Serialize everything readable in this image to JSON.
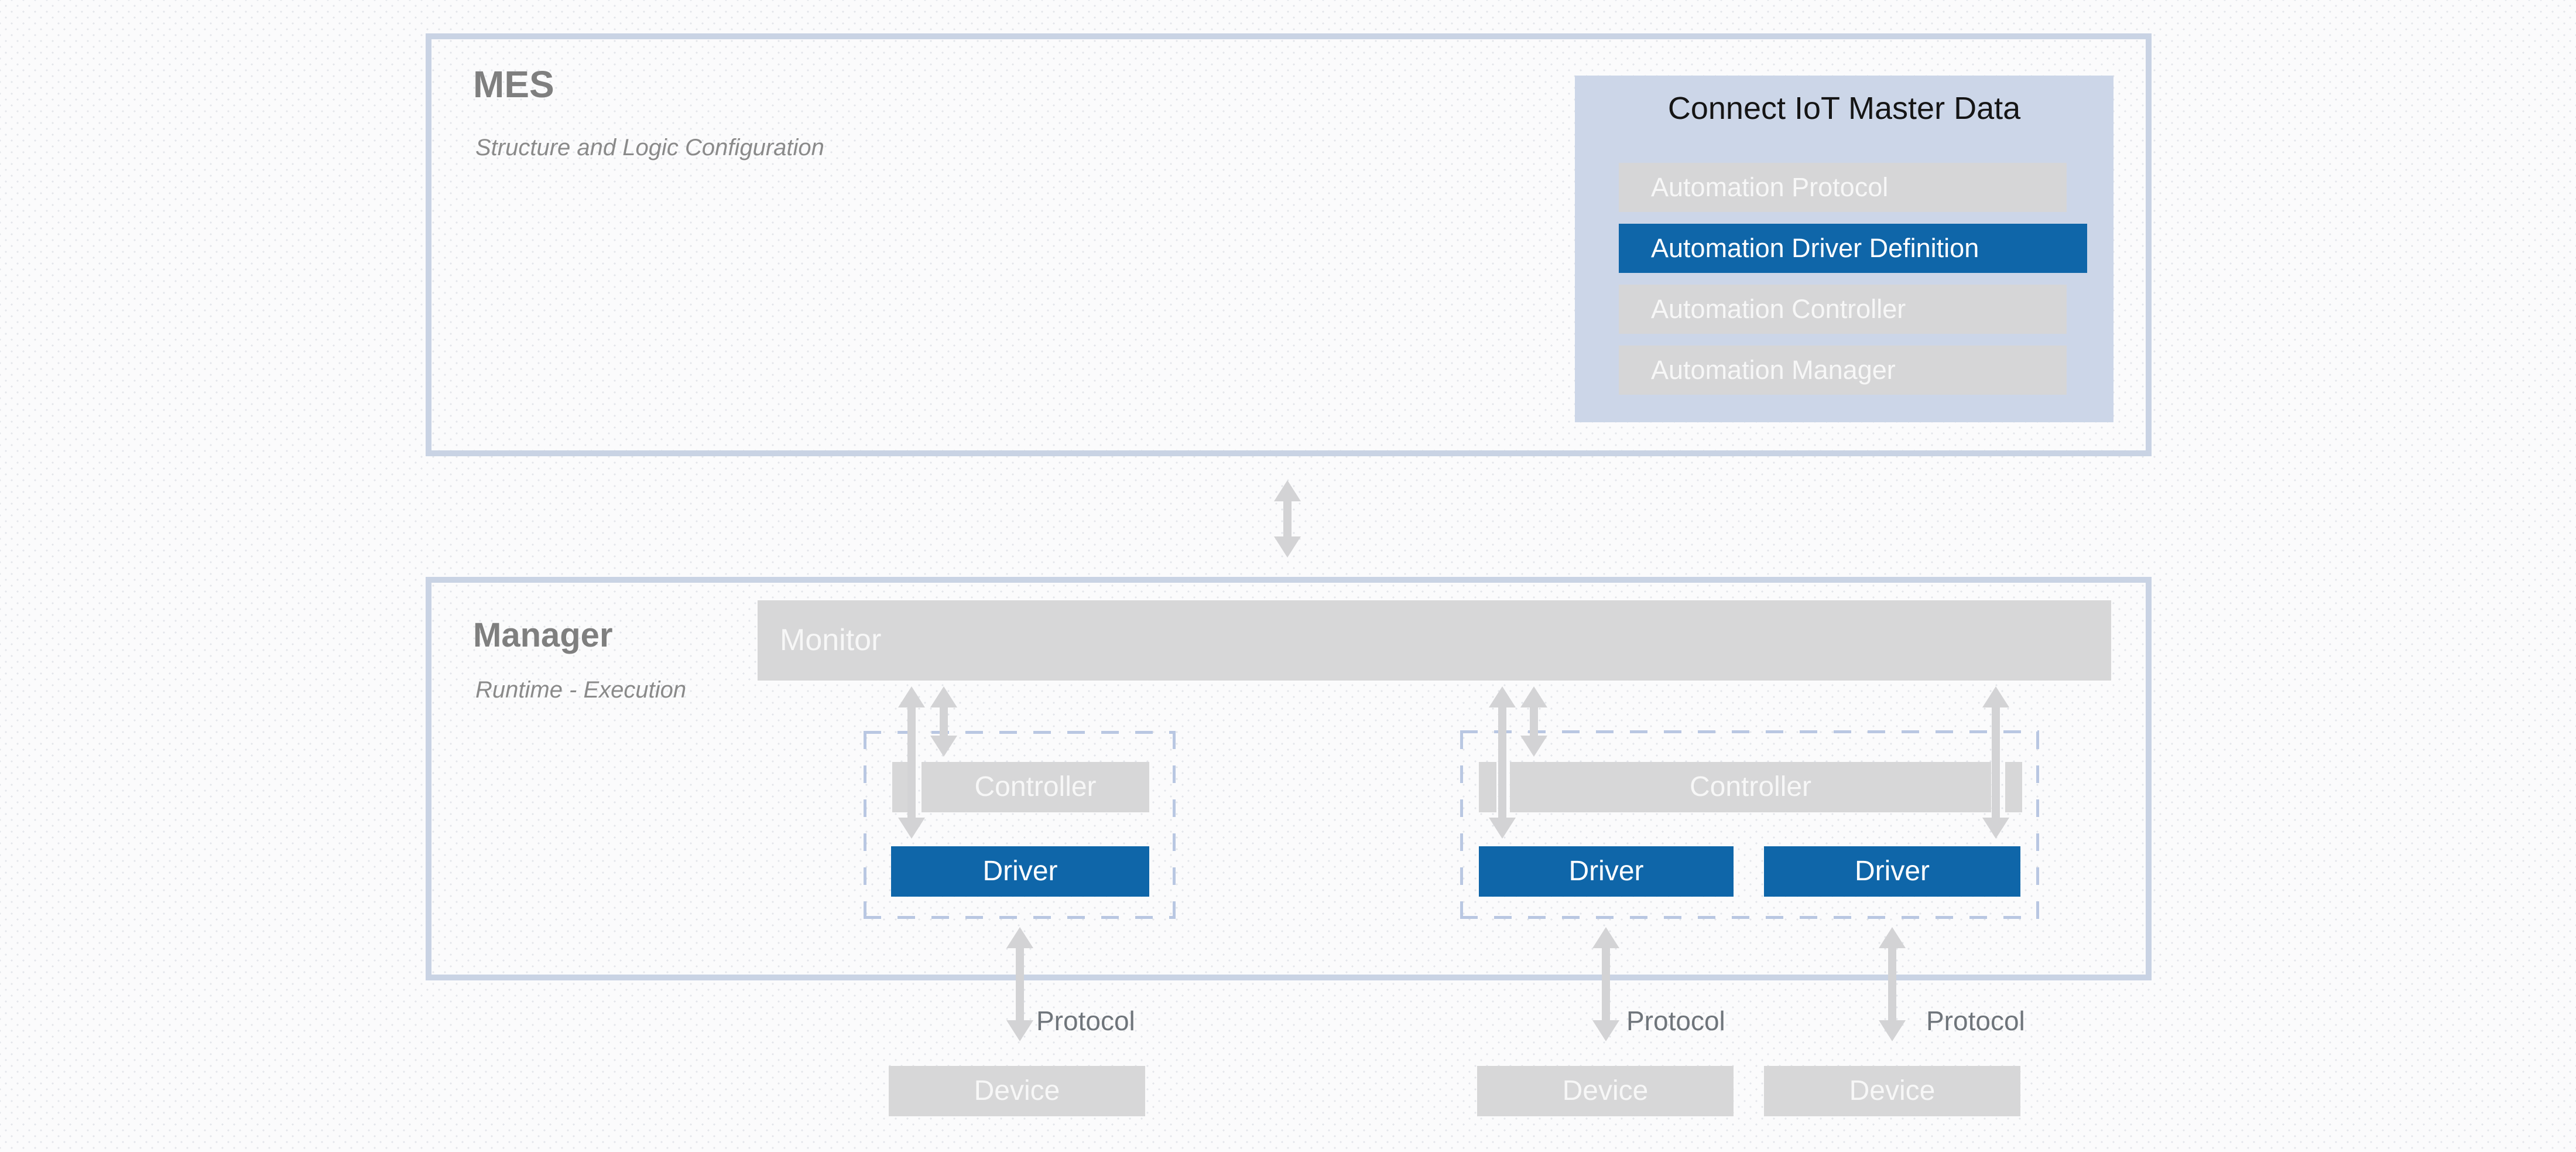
{
  "colors": {
    "accent_blue": "#0f66a9",
    "bar_gray": "#d7d7d8",
    "panel_blue": "#ccd6e8",
    "border_blue": "#c9d3e4",
    "dash_blue": "#b9c7e2",
    "arrow_gray": "#d3d3d5",
    "title_gray": "#7f7f7f",
    "label_gray": "#6f757b",
    "page_bg": "#fbfbfc"
  },
  "mes_section": {
    "title": "MES",
    "subtitle": "Structure and Logic Configuration"
  },
  "iot_panel": {
    "title": "Connect IoT Master Data",
    "items": [
      {
        "label": "Automation Protocol",
        "selected": false
      },
      {
        "label": "Automation Driver Definition",
        "selected": true
      },
      {
        "label": "Automation Controller",
        "selected": false
      },
      {
        "label": "Automation Manager",
        "selected": false
      }
    ]
  },
  "manager_section": {
    "title": "Manager",
    "subtitle": "Runtime - Execution",
    "monitor_label": "Monitor"
  },
  "controller_groups": [
    {
      "controller_label": "Controller",
      "drivers": [
        "Driver"
      ]
    },
    {
      "controller_label": "Controller",
      "drivers": [
        "Driver",
        "Driver"
      ]
    }
  ],
  "protocol_links": [
    {
      "label": "Protocol"
    },
    {
      "label": "Protocol"
    },
    {
      "label": "Protocol"
    }
  ],
  "devices": [
    {
      "label": "Device"
    },
    {
      "label": "Device"
    },
    {
      "label": "Device"
    }
  ]
}
